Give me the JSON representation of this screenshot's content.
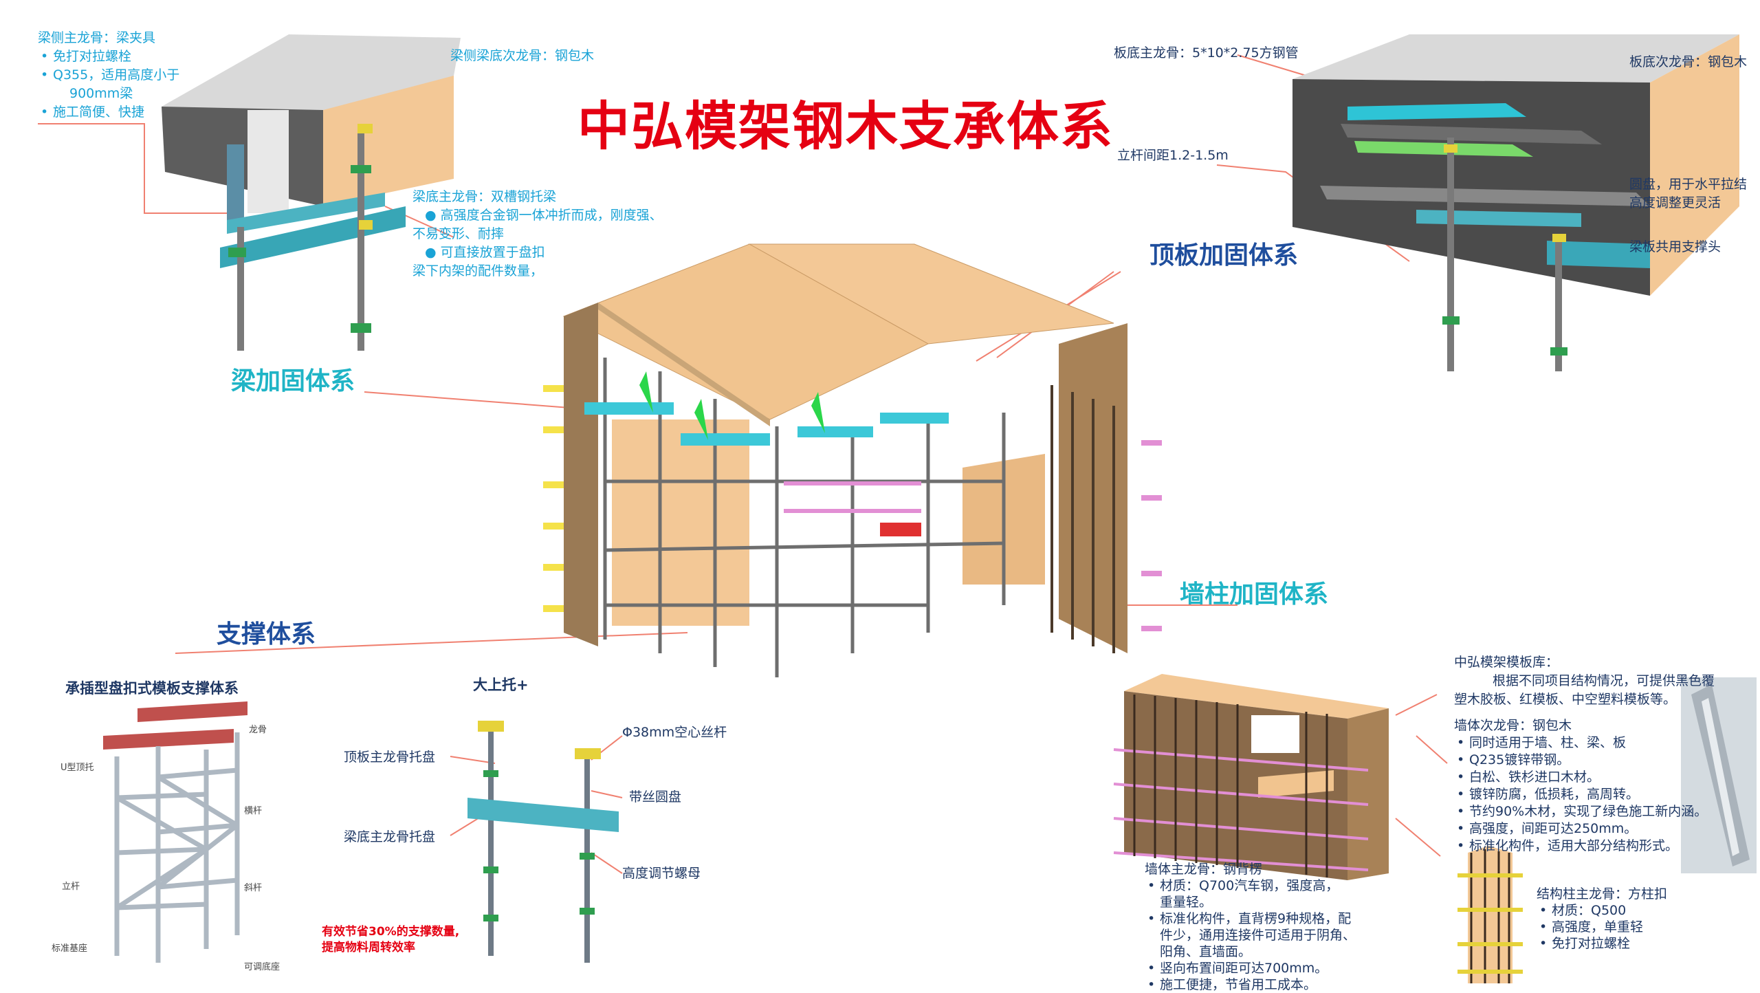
{
  "title": "中弘模架钢木支承体系",
  "headings": {
    "beam": "梁加固体系",
    "slab": "顶板加固体系",
    "wall": "墙柱加固体系",
    "support": "支撑体系"
  },
  "beam_side_main": {
    "title": "梁侧主龙骨：梁夹具",
    "items": [
      "免打对拉螺栓",
      "Q355，适用高度小于",
      "900mm梁",
      "施工简便、快捷"
    ]
  },
  "beam_side_secondary": "梁侧梁底次龙骨：钢包木",
  "beam_bottom_main": {
    "title": "梁底主龙骨：双槽钢托梁",
    "items": [
      "高强度合金钢一体冲折而成，刚度强、",
      "不易变形、耐摔",
      "可直接放置于盘扣",
      "梁下内架的配件数量，"
    ]
  },
  "slab_bottom_main": "板底主龙骨：5*10*2.75方钢管",
  "slab_bottom_secondary": "板底次龙骨：钢包木",
  "pole_spacing": "立杆间距1.2-1.5m",
  "disk": {
    "line1": "圆盘，用于水平拉结",
    "line2": "高度调整更灵活"
  },
  "shared_head": "梁板共用支撑头",
  "support_system_title": "承插型盘扣式模板支撑体系",
  "support_labels": {
    "keel": "龙骨",
    "u_head": "U型顶托",
    "horizontal": "横杆",
    "pole": "立杆",
    "diagonal": "斜杆",
    "base": "标准基座",
    "adjustable_base": "可调底座"
  },
  "saving_note": {
    "line1": "有效节省30%的支撑数量,",
    "line2": "提高物料周转效率"
  },
  "big_top": "大上托+",
  "slab_keel_tray": "顶板主龙骨托盘",
  "beam_keel_tray": "梁底主龙骨托盘",
  "screw": "Φ38mm空心丝杆",
  "threaded_disk": "带丝圆盘",
  "height_nut": "高度调节螺母",
  "library": {
    "title": "中弘模架模板库：",
    "line1": "根据不同项目结构情况，可提供黑色覆",
    "line2": "塑木胶板、红模板、中空塑料模板等。"
  },
  "wall_secondary": {
    "title": "墙体次龙骨：钢包木",
    "items": [
      "同时适用于墙、柱、梁、板",
      "Q235镀锌带钢。",
      "白松、铁杉进口木材。",
      "镀锌防腐，低损耗，高周转。",
      "节约90%木材，实现了绿色施工新内涵。",
      "高强度，间距可达250mm。",
      "标准化构件，适用大部分结构形式。"
    ]
  },
  "wall_main": {
    "title": "墙体主龙骨：钢背楞",
    "items": [
      "材质：Q700汽车钢，强度高，",
      "重量轻。",
      "标准化构件，直背楞9种规格，配",
      "件少，通用连接件可适用于阴角、",
      "阳角、直墙面。",
      "竖向布置间距可达700mm。",
      "施工便捷，节省用工成本。"
    ]
  },
  "column_main": {
    "title": "结构柱主龙骨：方柱扣",
    "items": [
      "材质：Q500",
      "高强度，单重轻",
      "免打对拉螺栓"
    ]
  },
  "colors": {
    "title_red": "#e50012",
    "heading_blue": "#1f4e9d",
    "heading_cyan": "#1fb4c6",
    "leader": "#f08070",
    "wood": "#f3c896",
    "steel": "#5a5a5a"
  }
}
